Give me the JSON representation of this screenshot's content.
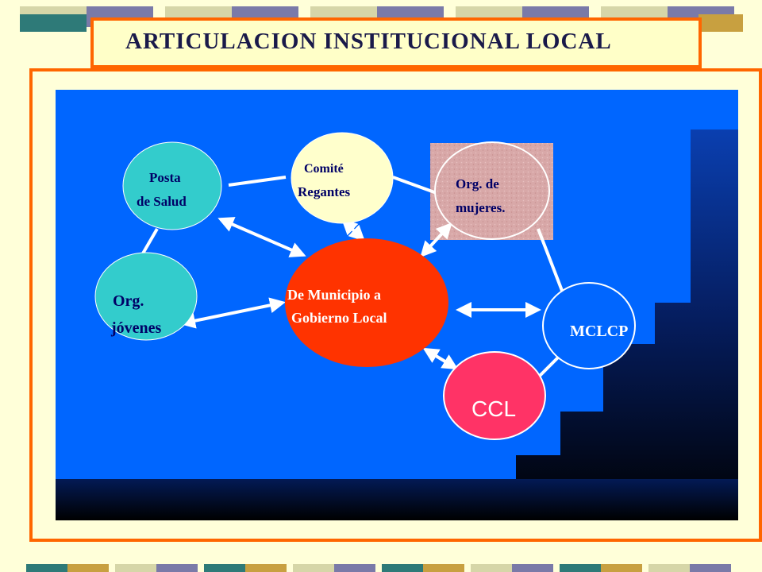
{
  "title": "ARTICULACION INSTITUCIONAL LOCAL",
  "colors": {
    "background": "#ffffd9",
    "frame_border": "#ff6600",
    "panel_blue": "#0066ff",
    "center_node": "#ff3300",
    "teal_node": "#33cccc",
    "yellow_node": "#ffffcc",
    "ccl_node": "#ff3366"
  },
  "nodes": {
    "posta": [
      "Posta",
      "de Salud"
    ],
    "comite": [
      "Comité",
      "Regantes"
    ],
    "mujeres": [
      "Org. de",
      "mujeres."
    ],
    "jovenes": [
      "Org.",
      "jóvenes"
    ],
    "municipio": [
      "De Municipio a",
      "Gobierno Local"
    ],
    "mclcp": "MCLCP",
    "ccl": "CCL"
  }
}
